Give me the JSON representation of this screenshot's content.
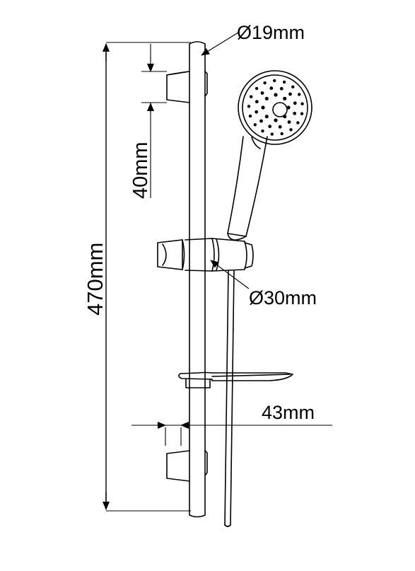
{
  "diagram": {
    "dimensions": {
      "rail_diameter": "Ø19mm",
      "slider_diameter": "Ø30mm",
      "bracket_offset": "40mm",
      "overall_height": "470mm",
      "wall_clearance": "43mm"
    },
    "colors": {
      "stroke": "#000000",
      "background": "#ffffff"
    }
  }
}
